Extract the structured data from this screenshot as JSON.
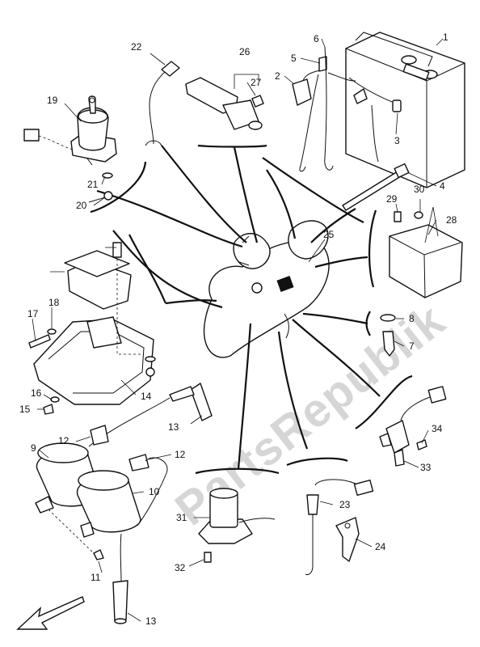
{
  "watermark": "PartsRepublik",
  "labels": {
    "l1": "1",
    "l2": "2",
    "l3": "3",
    "l4": "4",
    "l5": "5",
    "l6": "6",
    "l7": "7",
    "l8": "8",
    "l9": "9",
    "l10": "10",
    "l11": "11",
    "l12a": "12",
    "l12b": "12",
    "l13a": "13",
    "l13b": "13",
    "l14": "14",
    "l15": "15",
    "l16": "16",
    "l17": "17",
    "l18": "18",
    "l19": "19",
    "l20": "20",
    "l21": "21",
    "l22": "22",
    "l23": "23",
    "l24": "24",
    "l25": "25",
    "l26": "26",
    "l27": "27",
    "l28": "28",
    "l29": "29",
    "l30": "30",
    "l31": "31",
    "l32": "32",
    "l33": "33",
    "l34": "34"
  },
  "icons": {
    "direction_arrow": "arrow-front-icon"
  }
}
